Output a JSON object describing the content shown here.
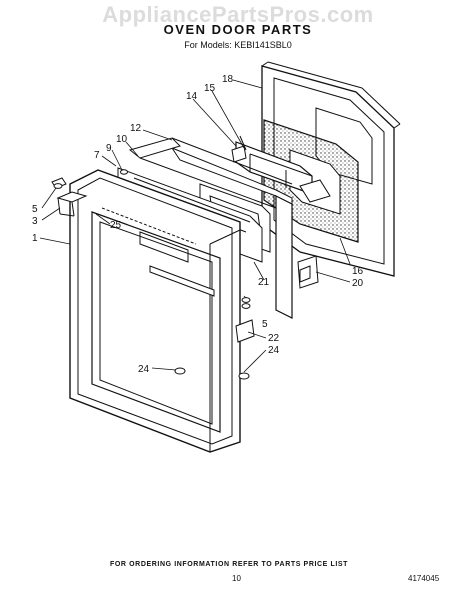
{
  "watermark": "AppliancePartsPros.com",
  "title": "OVEN DOOR PARTS",
  "models": "For Models: KEBI141SBL0",
  "footer": {
    "note": "FOR ORDERING INFORMATION REFER TO PARTS PRICE LIST",
    "page": "10",
    "doc_number": "4174045"
  },
  "callouts": {
    "c1": "1",
    "c3": "3",
    "c5a": "5",
    "c5b": "5",
    "c7": "7",
    "c9": "9",
    "c10": "10",
    "c12": "12",
    "c14": "14",
    "c15": "15",
    "c16": "16",
    "c18": "18",
    "c20": "20",
    "c21": "21",
    "c22": "22",
    "c24a": "24",
    "c24b": "24",
    "c25": "25"
  }
}
